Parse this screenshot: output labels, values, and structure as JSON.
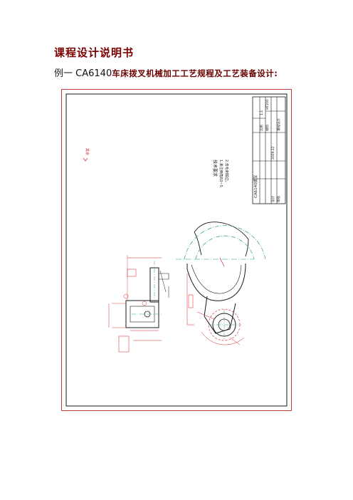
{
  "page": {
    "heading": "课程设计说明书",
    "example_prefix": "例一",
    "example_model": "CA6140",
    "example_title": "车床拨叉机械加工工艺规程及工艺装备设计:"
  },
  "drawing": {
    "rotation": "90deg",
    "tech_requirements_title": "技术要求",
    "tech_req_1": "1.未注倒角R3~5",
    "tech_req_2": "2.去毛刺锐边。",
    "roughness_note": "其余",
    "title_block": {
      "part_name": "CA6140拨叉",
      "scale_label": "比例",
      "scale_value": "1:1",
      "material_label": "材料",
      "material_value": "HT200",
      "designer_label": "设计",
      "checker_label": "审核",
      "date_value": "2009.12",
      "school": "课程设计"
    }
  },
  "colors": {
    "frame": "#c43c3c",
    "outline": "#1a1a1a",
    "dimension": "#d02020",
    "centerline": "#2a9a8a",
    "heading": "#7a0000"
  }
}
